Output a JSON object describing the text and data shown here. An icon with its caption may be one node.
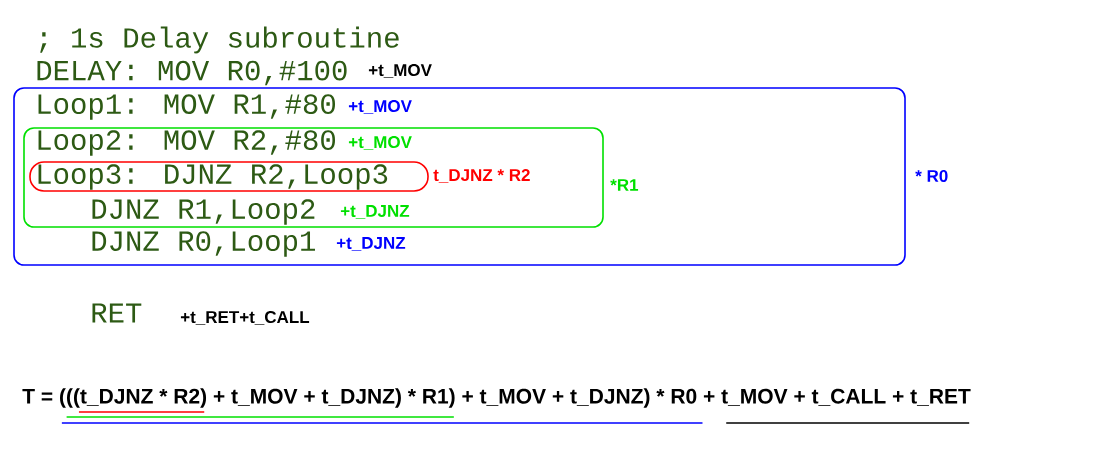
{
  "diagram": {
    "nodes": [
      {
        "text": [
          "Loop1: MOV R1,#80",
          "+t_MOV",
          "DJNZ R0,Loop1",
          "+t_DJNZ"
        ],
        "beside": [
          "* R0"
        ]
      },
      {
        "text": [
          "Loop2: MOV R2,#80",
          "+t_MOV",
          "DJNZ R1,Loop2",
          "+t_DJNZ"
        ],
        "beside": [
          "*R1"
        ],
        "in": 0
      },
      {
        "text": [
          "Loop3: DJNZ R2,Loop3"
        ],
        "beside": [
          "t_DJNZ * R2"
        ],
        "in": 1
      }
    ],
    "labels": [
      "; 1s Delay subroutine",
      "DELAY: MOV R0,#100",
      "+t_MOV",
      "RET",
      "+t_RET+t_CALL",
      "T = (((t_DJNZ * R2) + t_MOV + t_DJNZ) * R1) + t_MOV + t_DJNZ) * R0 + t_MOV + t_CALL + t_RET"
    ]
  }
}
